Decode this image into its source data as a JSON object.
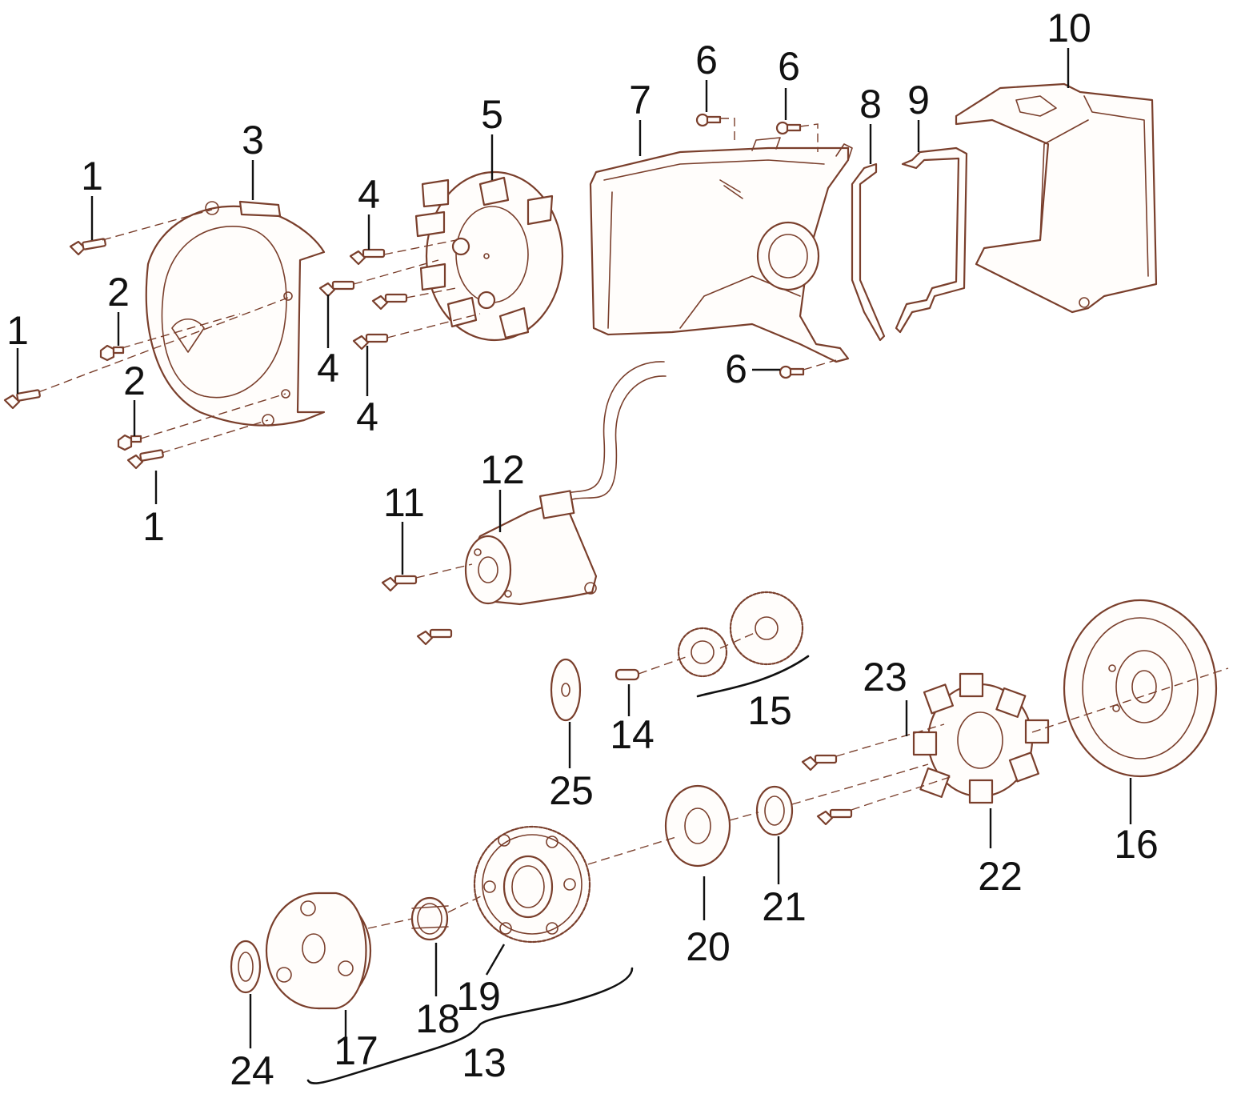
{
  "callouts": [
    {
      "label": "1"
    },
    {
      "label": "1"
    },
    {
      "label": "1"
    },
    {
      "label": "2"
    },
    {
      "label": "2"
    },
    {
      "label": "3"
    },
    {
      "label": "4"
    },
    {
      "label": "4"
    },
    {
      "label": "4"
    },
    {
      "label": "5"
    },
    {
      "label": "6"
    },
    {
      "label": "6"
    },
    {
      "label": "6"
    },
    {
      "label": "7"
    },
    {
      "label": "8"
    },
    {
      "label": "9"
    },
    {
      "label": "10"
    },
    {
      "label": "11"
    },
    {
      "label": "12"
    },
    {
      "label": "13"
    },
    {
      "label": "14"
    },
    {
      "label": "15"
    },
    {
      "label": "16"
    },
    {
      "label": "17"
    },
    {
      "label": "18"
    },
    {
      "label": "19"
    },
    {
      "label": "20"
    },
    {
      "label": "21"
    },
    {
      "label": "22"
    },
    {
      "label": "23"
    },
    {
      "label": "24"
    },
    {
      "label": "25"
    }
  ],
  "colors": {
    "line": "#7a3f2c",
    "callout": "#111111",
    "background": "#ffffff"
  }
}
